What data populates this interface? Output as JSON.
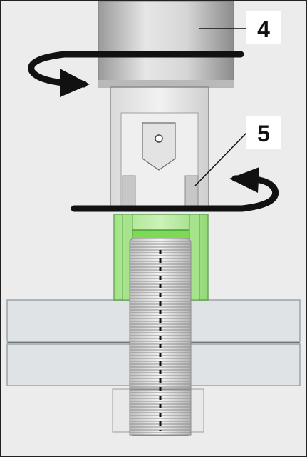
{
  "callouts": [
    {
      "id": "4",
      "label": "4"
    },
    {
      "id": "5",
      "label": "5"
    }
  ],
  "colors": {
    "background": "#ececec",
    "border": "#222222",
    "tool_metal": "#c8c8c8",
    "panel": "#dfe3e6",
    "highlight_green": "#7ed957",
    "arrow": "#111111"
  },
  "icons": [
    "rotation-arrow-upper",
    "rotation-arrow-lower",
    "threaded-sleeve"
  ]
}
